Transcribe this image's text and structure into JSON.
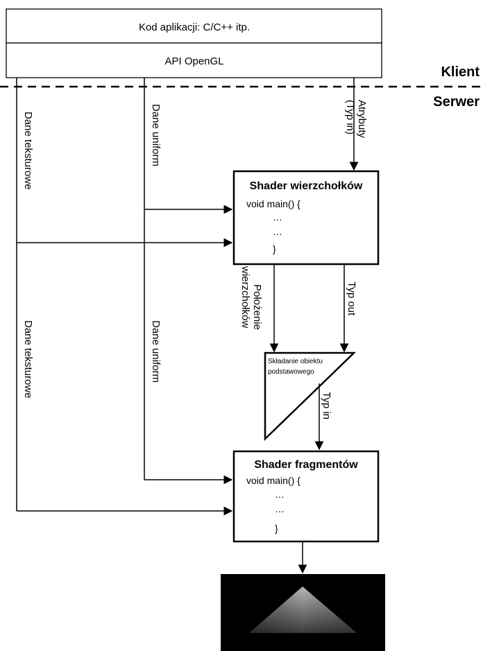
{
  "client_layer": {
    "app_code_label": "Kod aplikacji: C/C++ itp.",
    "api_label": "API OpenGL",
    "client_label": "Klient",
    "server_label": "Serwer"
  },
  "vertex_shader": {
    "title": "Shader wierzchołków",
    "code_lines": [
      "void main() {",
      "…",
      "…",
      "}"
    ]
  },
  "fragment_shader": {
    "title": "Shader fragmentów",
    "code_lines": [
      "void main() {",
      "…",
      "…",
      "}"
    ]
  },
  "primitive_assembly": {
    "line1": "Składanie obiektu",
    "line2": "podstawowego"
  },
  "edges": {
    "texture_data_top": "Dane teksturowe",
    "texture_data_bottom": "Dane teksturowe",
    "uniform_data_top": "Dane uniform",
    "uniform_data_bottom": "Dane uniform",
    "attributes_line1": "Atrybuty",
    "attributes_line2": "(Typ in)",
    "vertex_position_line1": "Położenie",
    "vertex_position_line2": "wierzchołków",
    "type_out": "Typ out",
    "type_in": "Typ in"
  },
  "colors": {
    "line": "#000000",
    "output_background": "#000000",
    "triangle_light": "#b8b8b8",
    "triangle_dark": "#3c3c3c"
  }
}
